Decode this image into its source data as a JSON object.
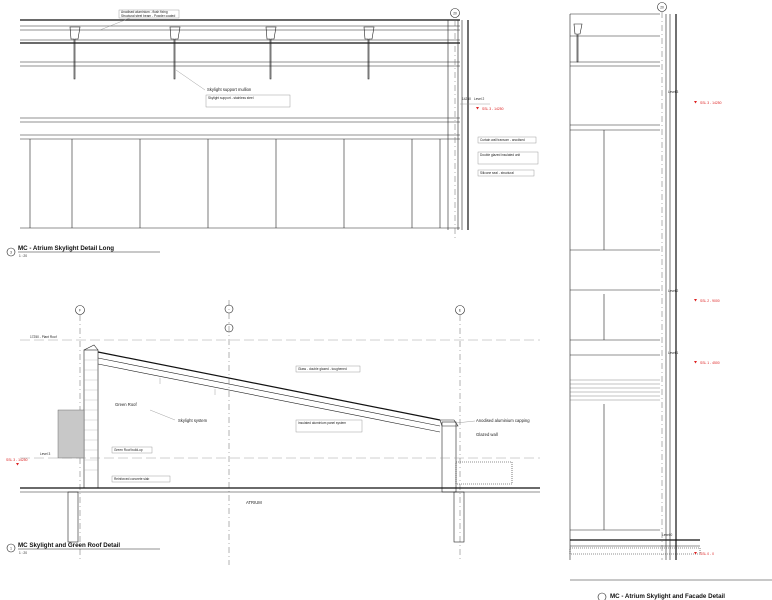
{
  "views": {
    "long": {
      "number": "3",
      "title": "MC - Atrium Skylight Detail Long",
      "scale": "1 : 20",
      "grid": "20"
    },
    "green": {
      "number": "1",
      "title": "MC Skylight and Green Roof Detail",
      "scale": "1 : 20",
      "grid_left": "F",
      "grid_right": "E"
    },
    "facade": {
      "title": "MC - Atrium Skylight and Facade Detail",
      "grid": "20"
    }
  },
  "notes": {
    "support": "Skylight support mullion",
    "system": "Skylight system",
    "green_roof": "Green Roof",
    "atrium": "ATRIUM",
    "coping": "Anodised aluminium capping",
    "wall": "Glazed wall"
  },
  "small_tags": {
    "long_top_1": "Anodised aluminium - flush fixing",
    "long_top_2": "Structural steel beam - Powder coated",
    "long_mid": "Skylight support - stainless steel",
    "long_right_1": "Curtain wall transom - anodised",
    "long_right_2": "Double glazed insulated unit",
    "long_right_3": "Silicone seal - structural",
    "green_tag_1": "Glass - double glazed - toughened",
    "green_tag_2": "Insulated aluminium panel system",
    "green_tag_3": "Green Roof build-up",
    "green_tag_4": "Reinforced concrete slab"
  },
  "levels": {
    "long_l2": "Level 2",
    "long_l2_val": "14250",
    "long_ssl": "SSL 3 - 14250",
    "plant": "17250 - Plant Roof",
    "green_l3": "Level 3",
    "green_ssl": "SSL 3 - 14250",
    "fac_l3": "Level 3",
    "fac_ssl3": "SSL 3 - 14250",
    "fac_l2": "Level 2",
    "fac_ssl2": "SSL 2 - 9000",
    "fac_l1": "Level 1",
    "fac_ssl1": "SSL 1 - 4500",
    "fac_l0": "Level 0",
    "fac_ssl0": "SSL 0 - 0"
  },
  "colors": {
    "linework": "#222222",
    "level_marker": "#dd2222"
  }
}
